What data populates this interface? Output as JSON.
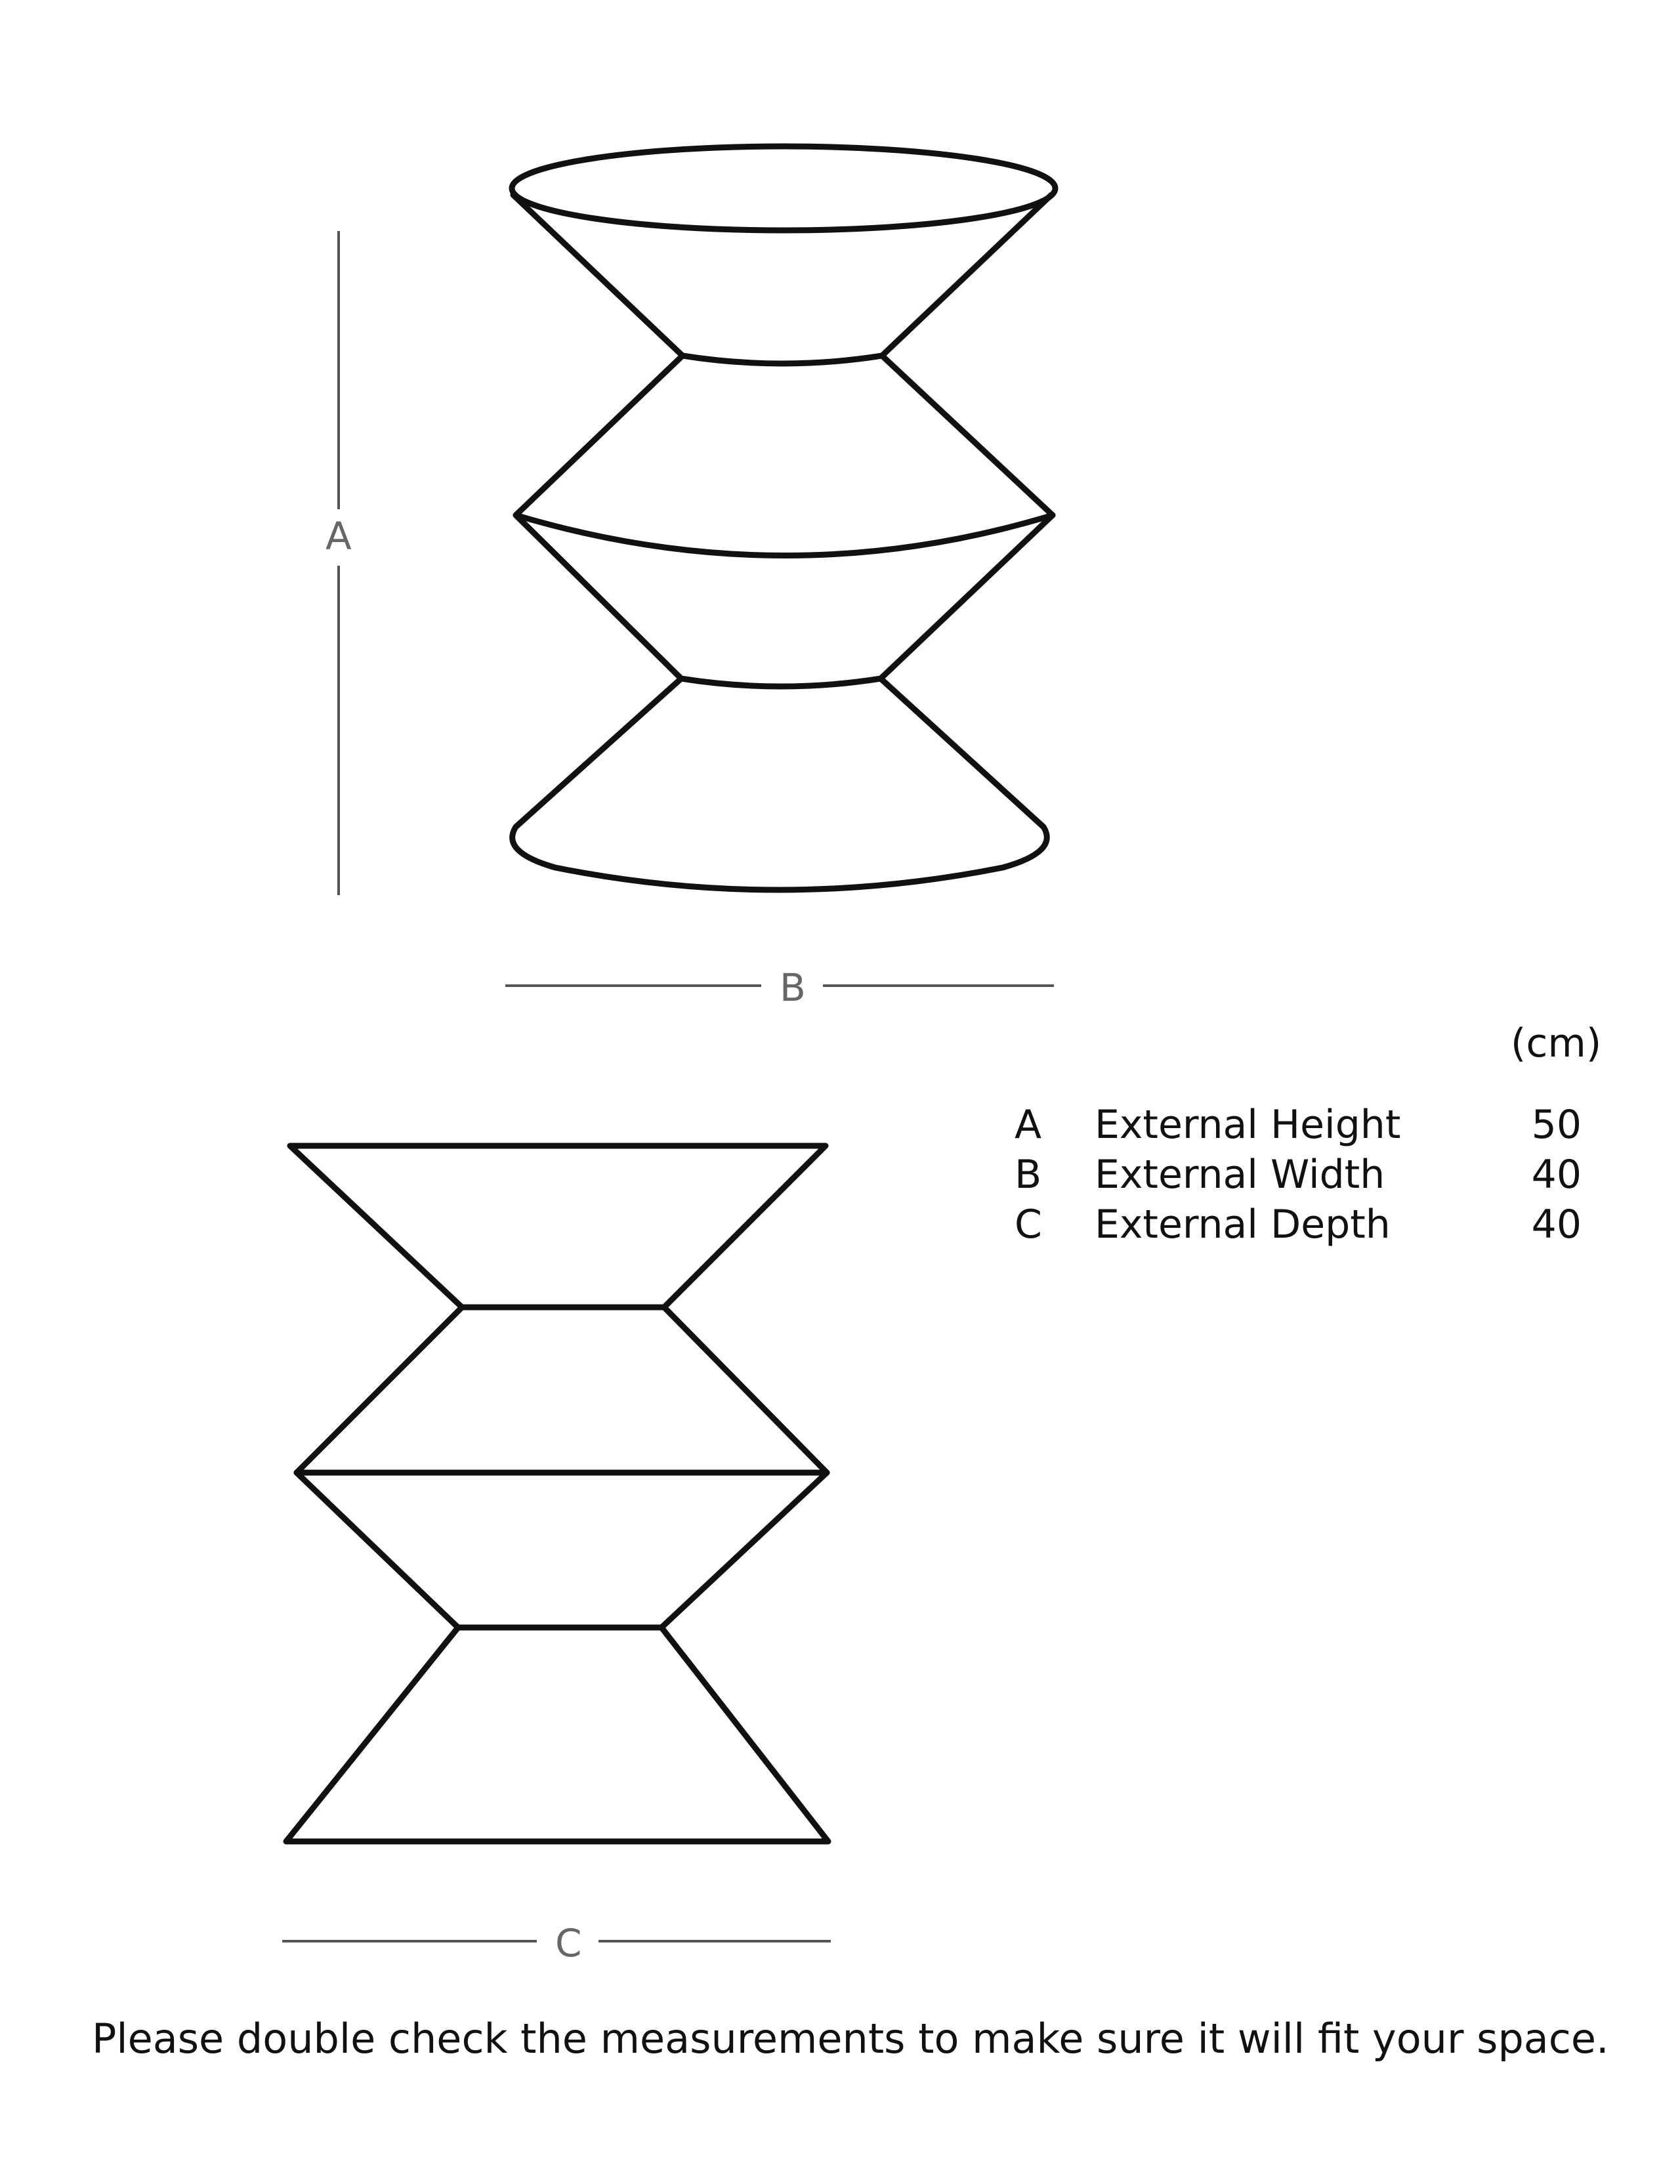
{
  "dimension_labels": {
    "a": "A",
    "b": "B",
    "c": "C"
  },
  "specs": {
    "unit": "(cm)",
    "rows": [
      {
        "letter": "A",
        "name": "External Height",
        "value": "50"
      },
      {
        "letter": "B",
        "name": "External Width",
        "value": "40"
      },
      {
        "letter": "C",
        "name": "External Depth",
        "value": "40"
      }
    ]
  },
  "footer_note": "Please double check the measurements to make sure it will fit your space.",
  "colors": {
    "outline": "#111111",
    "dimension_line": "#555555",
    "text": "#111111",
    "dim_text": "#666666"
  }
}
